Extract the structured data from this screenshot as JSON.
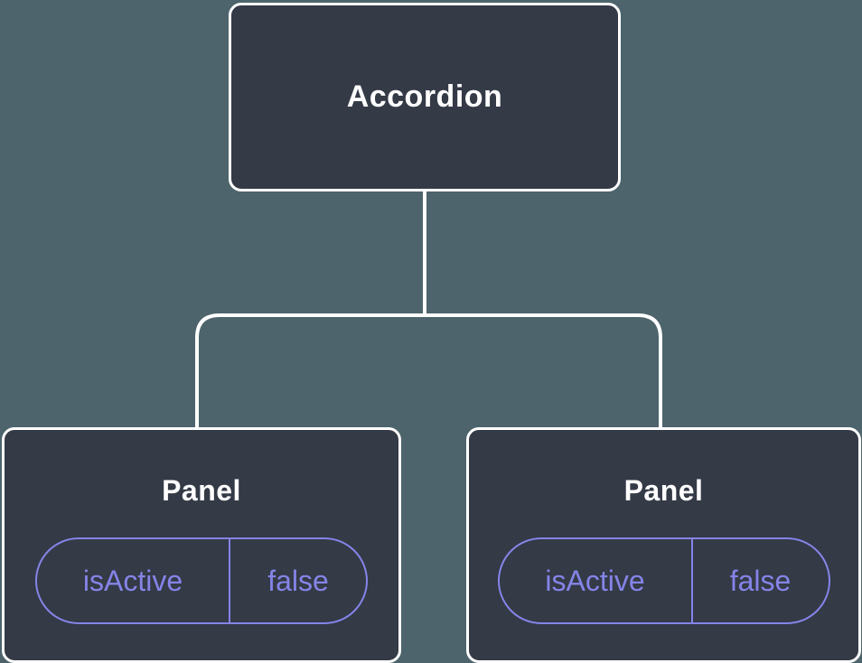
{
  "diagram": {
    "root": {
      "label": "Accordion"
    },
    "panels": [
      {
        "label": "Panel",
        "state": {
          "name": "isActive",
          "value": "false"
        }
      },
      {
        "label": "Panel",
        "state": {
          "name": "isActive",
          "value": "false"
        }
      }
    ]
  },
  "colors": {
    "background": "#4d646c",
    "node_fill": "#343a46",
    "node_border": "#ffffff",
    "node_text": "#ffffff",
    "connector": "#ffffff",
    "state_accent": "#8584e8"
  }
}
